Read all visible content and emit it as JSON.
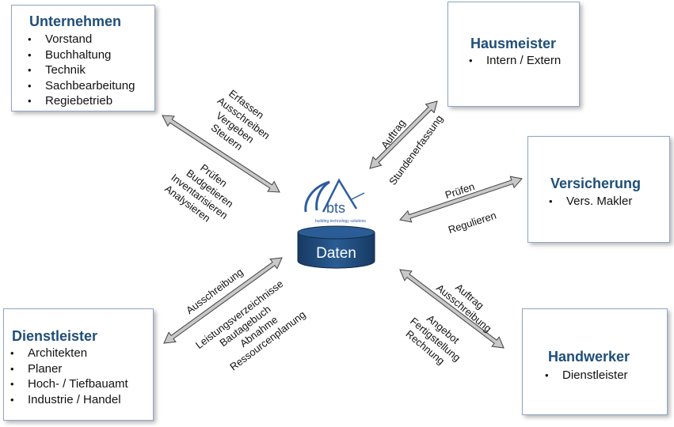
{
  "nodes": {
    "unternehmen": {
      "title": "Unternehmen",
      "items": [
        "Vorstand",
        "Buchhaltung",
        "Technik",
        "Sachbearbeitung",
        "Regiebetrieb"
      ]
    },
    "hausmeister": {
      "title": "Hausmeister",
      "items": [
        "Intern / Extern"
      ]
    },
    "versicherung": {
      "title": "Versicherung",
      "items": [
        "Vers. Makler"
      ]
    },
    "dienstleister": {
      "title": "Dienstleister",
      "items": [
        "Architekten",
        "Planer",
        "Hoch- / Tiefbauamt",
        "Industrie / Handel"
      ]
    },
    "handwerker": {
      "title": "Handwerker",
      "items": [
        "Dienstleister"
      ]
    }
  },
  "center": {
    "logo_text": "bts",
    "logo_tagline": "building technology solutions",
    "database_label": "Daten"
  },
  "edges": {
    "unternehmen": {
      "upper_labels": [
        "Erfassen",
        "Ausschreiben",
        "Vergeben",
        "Steuern"
      ],
      "lower_labels": [
        "Prüfen",
        "Budgetieren",
        "Inventarisieren",
        "Analysieren"
      ]
    },
    "hausmeister": {
      "upper_labels": [
        "Auftrag"
      ],
      "lower_labels": [
        "Stundenerfassung"
      ]
    },
    "versicherung": {
      "upper_labels": [
        "Prüfen"
      ],
      "lower_labels": [
        "Regulieren"
      ]
    },
    "dienstleister": {
      "upper_labels": [
        "Ausschreibung"
      ],
      "lower_labels": [
        "Leistungsverzeichnisse",
        "Bautagebuch",
        "Abnahme",
        "Ressourcenplanung"
      ]
    },
    "handwerker": {
      "upper_labels": [
        "Auftrag",
        "Ausschreibung"
      ],
      "lower_labels": [
        "Angebot",
        "Fertigstellung",
        "Rechnung"
      ]
    }
  },
  "colors": {
    "title": "#1f4e79",
    "box_border": "#8fa6c4",
    "arrow_fill": "#c8c8c8",
    "arrow_stroke": "#404040",
    "database": "#1f4e79",
    "logo": "#2e5d9f"
  }
}
